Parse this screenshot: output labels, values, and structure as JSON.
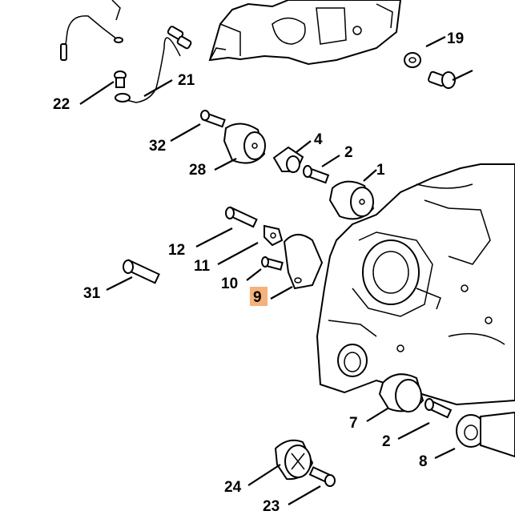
{
  "diagram": {
    "callouts": [
      {
        "id": "c19",
        "text": "19"
      },
      {
        "id": "c22",
        "text": "22"
      },
      {
        "id": "c21",
        "text": "21"
      },
      {
        "id": "c32",
        "text": "32"
      },
      {
        "id": "c4",
        "text": "4"
      },
      {
        "id": "c2a",
        "text": "2"
      },
      {
        "id": "c1",
        "text": "1"
      },
      {
        "id": "c28",
        "text": "28"
      },
      {
        "id": "c12",
        "text": "12"
      },
      {
        "id": "c11",
        "text": "11"
      },
      {
        "id": "c10",
        "text": "10"
      },
      {
        "id": "c31",
        "text": "31"
      },
      {
        "id": "c9",
        "text": "9"
      },
      {
        "id": "c7",
        "text": "7"
      },
      {
        "id": "c2b",
        "text": "2"
      },
      {
        "id": "c8",
        "text": "8"
      },
      {
        "id": "c24",
        "text": "24"
      },
      {
        "id": "c23",
        "text": "23"
      }
    ],
    "highlighted_callout": "9",
    "highlight_color": "#f5b27a"
  }
}
